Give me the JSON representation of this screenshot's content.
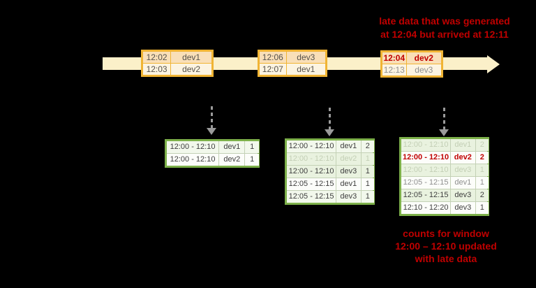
{
  "colors": {
    "bg": "#000000",
    "timeline_fill": "#fbf0c9",
    "event_border": "#f0b434",
    "event_row_odd": "#f9dfb8",
    "event_row_even": "#fcf4e1",
    "event_text": "#55504a",
    "late_red": "#c00000",
    "result_border": "#7db04a",
    "grid_line": "#c4d1b6",
    "result_row_green": "#e9f2df",
    "result_row_white": "#fcfdfa",
    "result_row_tint": "#f2f8ec",
    "text_dark": "#3e3e3e",
    "text_faded": "#c3cfb5",
    "text_gray": "#8e8e8e",
    "arrow_gray": "#9a9a9a"
  },
  "annotations": {
    "late_note": {
      "line1": "late data that was generated",
      "line2": "at 12:04 but arrived at 12:11"
    },
    "update_note": {
      "line1": "counts for window",
      "line2": "12:00 – 12:10 updated",
      "line3": "with late data"
    }
  },
  "timeline": {
    "event_groups": [
      {
        "rows": [
          {
            "time": "12:02",
            "device": "dev1",
            "style": "normal"
          },
          {
            "time": "12:03",
            "device": "dev2",
            "style": "normal"
          }
        ]
      },
      {
        "rows": [
          {
            "time": "12:06",
            "device": "dev3",
            "style": "normal"
          },
          {
            "time": "12:07",
            "device": "dev1",
            "style": "normal"
          }
        ]
      },
      {
        "rows": [
          {
            "time": "12:04",
            "device": "dev2",
            "style": "late"
          },
          {
            "time": "12:13",
            "device": "dev3",
            "style": "dim"
          }
        ]
      }
    ]
  },
  "result_tables": [
    {
      "rows": [
        {
          "window": "12:00 - 12:10",
          "device": "dev1",
          "count": "1",
          "style": "dark"
        },
        {
          "window": "12:00 - 12:10",
          "device": "dev2",
          "count": "1",
          "style": "dark"
        }
      ]
    },
    {
      "rows": [
        {
          "window": "12:00 - 12:10",
          "device": "dev1",
          "count": "2",
          "style": "dark"
        },
        {
          "window": "12:00 - 12:10",
          "device": "dev2",
          "count": "1",
          "style": "faded"
        },
        {
          "window": "12:00 - 12:10",
          "device": "dev3",
          "count": "1",
          "style": "dark"
        },
        {
          "window": "12:05 - 12:15",
          "device": "dev1",
          "count": "1",
          "style": "dark"
        },
        {
          "window": "12:05 - 12:15",
          "device": "dev3",
          "count": "1",
          "style": "dark"
        }
      ]
    },
    {
      "rows": [
        {
          "window": "12:00 - 12:10",
          "device": "dev1",
          "count": "2",
          "style": "faded"
        },
        {
          "window": "12:00 - 12:10",
          "device": "dev2",
          "count": "2",
          "style": "red"
        },
        {
          "window": "12:00 - 12:10",
          "device": "dev3",
          "count": "1",
          "style": "faded"
        },
        {
          "window": "12:05 - 12:15",
          "device": "dev1",
          "count": "1",
          "style": "gray"
        },
        {
          "window": "12:05 - 12:15",
          "device": "dev3",
          "count": "2",
          "style": "dark"
        },
        {
          "window": "12:10 - 12:20",
          "device": "dev3",
          "count": "1",
          "style": "dark"
        }
      ]
    }
  ]
}
